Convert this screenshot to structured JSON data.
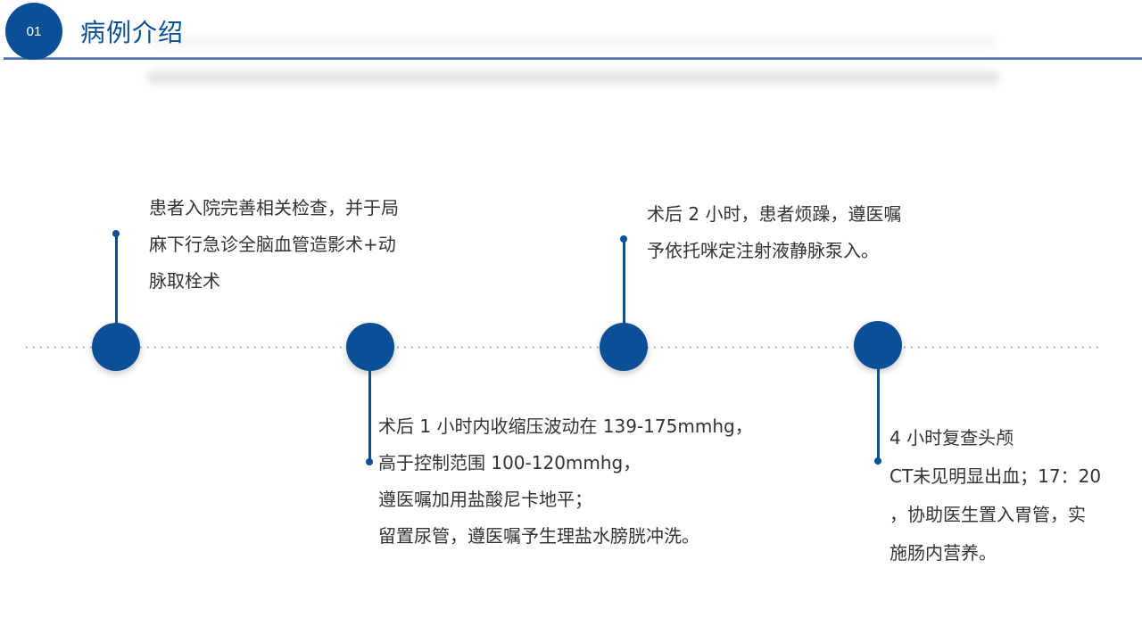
{
  "header": {
    "number": "01",
    "title": "病例介绍"
  },
  "colors": {
    "primary": "#0b4f96",
    "rule": "#4d6ea6",
    "text": "#333333",
    "dotted_line": "#aab1bc"
  },
  "timeline": {
    "events": [
      {
        "position": "above",
        "lines": [
          "患者入院完善相关检查，并于局",
          "麻下行急诊全脑血管造影术+动",
          "脉取栓术"
        ]
      },
      {
        "position": "below",
        "lines": [
          "术后 1 小时内收缩压波动在 139-175mmhg，",
          "高于控制范围 100-120mmhg，",
          "遵医嘱加用盐酸尼卡地平；",
          "留置尿管，遵医嘱予生理盐水膀胱冲洗。"
        ]
      },
      {
        "position": "above",
        "lines": [
          "术后 2 小时，患者烦躁，遵医嘱",
          "予依托咪定注射液静脉泵入。"
        ]
      },
      {
        "position": "below",
        "lines": [
          "4 小时复查头颅",
          "CT未见明显出血；17：20",
          "，协助医生置入胃管，实",
          "施肠内营养。"
        ]
      }
    ]
  }
}
